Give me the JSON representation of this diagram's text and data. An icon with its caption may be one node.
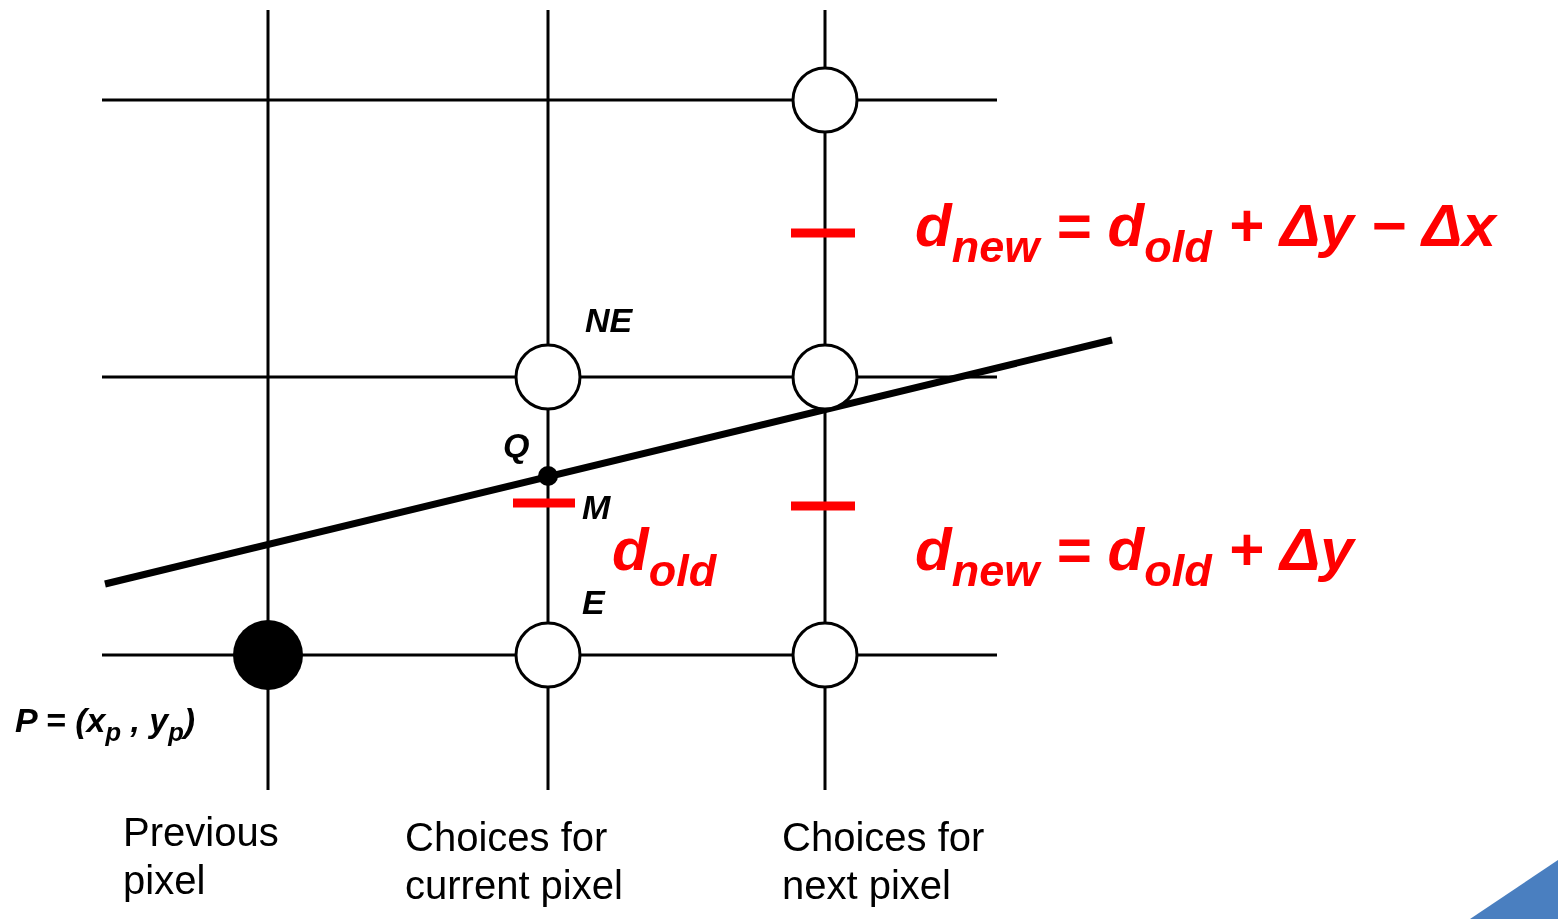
{
  "diagram": {
    "labels": [
      "d$_{new}$ = d$_{old}$ + Δy − Δx",
      "NE",
      "Q",
      "M",
      "d$_{old}$",
      "d$_{new}$ = d$_{old}$ + Δy",
      "E",
      "P = (x$_{p}$ , y$_{p}$)",
      "Previous pixel",
      "Choices for current pixel",
      "Choices for next pixel"
    ]
  }
}
